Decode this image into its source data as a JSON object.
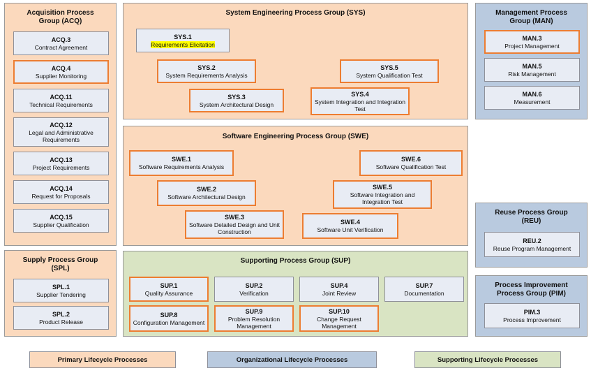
{
  "colors": {
    "primary_fill": "#fbd9bd",
    "organizational_fill": "#b9cadf",
    "supporting_fill": "#d9e4c3",
    "process_box_fill": "#e8ecf4",
    "highlight_border": "#ed7d31",
    "normal_border": "#8e9099",
    "marker_highlight": "#ffff00"
  },
  "groups": {
    "acq": {
      "title_line1": "Acquisition Process",
      "title_line2": "Group (ACQ)",
      "category": "primary",
      "items": [
        {
          "id": "ACQ.3",
          "name": "Contract Agreement",
          "highlighted": false
        },
        {
          "id": "ACQ.4",
          "name": "Supplier Monitoring",
          "highlighted": true
        },
        {
          "id": "ACQ.11",
          "name": "Technical Requirements",
          "highlighted": false
        },
        {
          "id": "ACQ.12",
          "name": "Legal and Administrative Requirements",
          "highlighted": false
        },
        {
          "id": "ACQ.13",
          "name": "Project Requirements",
          "highlighted": false
        },
        {
          "id": "ACQ.14",
          "name": "Request for Proposals",
          "highlighted": false
        },
        {
          "id": "ACQ.15",
          "name": "Supplier Qualification",
          "highlighted": false
        }
      ]
    },
    "spl": {
      "title_line1": "Supply Process Group",
      "title_line2": "(SPL)",
      "category": "primary",
      "items": [
        {
          "id": "SPL.1",
          "name": "Supplier Tendering",
          "highlighted": false
        },
        {
          "id": "SPL.2",
          "name": "Product Release",
          "highlighted": false
        }
      ]
    },
    "sys": {
      "title_line1": "System Engineering Process Group (SYS)",
      "title_line2": "",
      "category": "primary",
      "items": [
        {
          "id": "SYS.1",
          "name": "Requirements Elicitation",
          "highlighted": false,
          "marker": true
        },
        {
          "id": "SYS.2",
          "name": "System Requirements Analysis",
          "highlighted": true
        },
        {
          "id": "SYS.3",
          "name": "System Architectural Design",
          "highlighted": true
        },
        {
          "id": "SYS.5",
          "name": "System Qualification Test",
          "highlighted": true
        },
        {
          "id": "SYS.4",
          "name": "System Integration and Integration Test",
          "highlighted": true
        }
      ]
    },
    "swe": {
      "title_line1": "Software Engineering Process Group (SWE)",
      "title_line2": "",
      "category": "primary",
      "items": [
        {
          "id": "SWE.1",
          "name": "Software Requirements Analysis",
          "highlighted": true
        },
        {
          "id": "SWE.2",
          "name": "Software Architectural Design",
          "highlighted": true
        },
        {
          "id": "SWE.3",
          "name": "Software Detailed Design and Unit Construction",
          "highlighted": true
        },
        {
          "id": "SWE.6",
          "name": "Software Qualification Test",
          "highlighted": true
        },
        {
          "id": "SWE.5",
          "name": "Software Integration and Integration Test",
          "highlighted": true
        },
        {
          "id": "SWE.4",
          "name": "Software Unit Verification",
          "highlighted": true
        }
      ]
    },
    "sup": {
      "title_line1": "Supporting Process Group (SUP)",
      "title_line2": "",
      "category": "supporting",
      "items": [
        {
          "id": "SUP.1",
          "name": "Quality Assurance",
          "highlighted": true
        },
        {
          "id": "SUP.2",
          "name": "Verification",
          "highlighted": false
        },
        {
          "id": "SUP.4",
          "name": "Joint Review",
          "highlighted": false
        },
        {
          "id": "SUP.7",
          "name": "Documentation",
          "highlighted": false
        },
        {
          "id": "SUP.8",
          "name": "Configuration Management",
          "highlighted": true
        },
        {
          "id": "SUP.9",
          "name": "Problem Resolution Management",
          "highlighted": true
        },
        {
          "id": "SUP.10",
          "name": "Change Request Management",
          "highlighted": true
        }
      ]
    },
    "man": {
      "title_line1": "Management Process",
      "title_line2": "Group (MAN)",
      "category": "organizational",
      "items": [
        {
          "id": "MAN.3",
          "name": "Project Management",
          "highlighted": true
        },
        {
          "id": "MAN.5",
          "name": "Risk Management",
          "highlighted": false
        },
        {
          "id": "MAN.6",
          "name": "Measurement",
          "highlighted": false
        }
      ]
    },
    "reu": {
      "title_line1": "Reuse Process Group",
      "title_line2": "(REU)",
      "category": "organizational",
      "items": [
        {
          "id": "REU.2",
          "name": "Reuse Program Management",
          "highlighted": false
        }
      ]
    },
    "pim": {
      "title_line1": "Process Improvement",
      "title_line2": "Process Group (PIM)",
      "category": "organizational",
      "items": [
        {
          "id": "PIM.3",
          "name": "Process Improvement",
          "highlighted": false
        }
      ]
    }
  },
  "legend": [
    {
      "label": "Primary Lifecycle Processes",
      "category": "primary"
    },
    {
      "label": "Organizational Lifecycle Processes",
      "category": "organizational"
    },
    {
      "label": "Supporting Lifecycle Processes",
      "category": "supporting"
    }
  ]
}
